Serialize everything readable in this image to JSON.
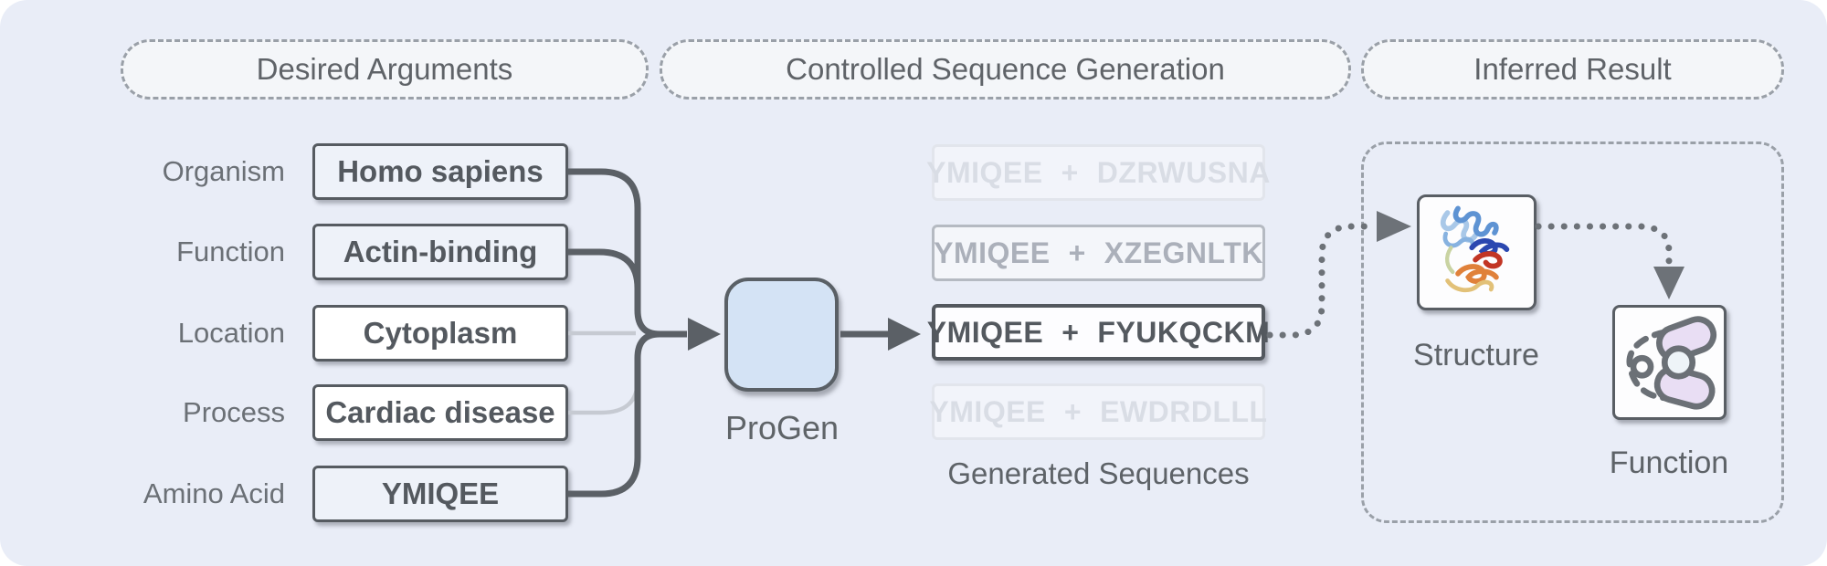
{
  "headers": {
    "desired": "Desired Arguments",
    "controlled": "Controlled Sequence Generation",
    "inferred": "Inferred Result"
  },
  "arguments": [
    {
      "label": "Organism",
      "value": "Homo sapiens",
      "emphasis": "strong"
    },
    {
      "label": "Function",
      "value": "Actin-binding",
      "emphasis": "strong"
    },
    {
      "label": "Location",
      "value": "Cytoplasm",
      "emphasis": "weak"
    },
    {
      "label": "Process",
      "value": "Cardiac disease",
      "emphasis": "weak"
    },
    {
      "label": "Amino Acid",
      "value": "YMIQEE",
      "emphasis": "strong"
    }
  ],
  "model": {
    "label": "ProGen"
  },
  "sequences": {
    "items": [
      {
        "prefix": "YMIQEE",
        "op": "+",
        "generated": "DZRWUSNA",
        "state": "faint"
      },
      {
        "prefix": "YMIQEE",
        "op": "+",
        "generated": "XZEGNLTK",
        "state": "muted"
      },
      {
        "prefix": "YMIQEE",
        "op": "+",
        "generated": "FYUKQCKM",
        "state": "selected"
      },
      {
        "prefix": "YMIQEE",
        "op": "+",
        "generated": "EWDRDLLL",
        "state": "faint"
      }
    ],
    "caption": "Generated Sequences"
  },
  "result": {
    "structure_label": "Structure",
    "function_label": "Function"
  },
  "colors": {
    "canvas_bg": "#e9edf7",
    "pill_bg": "#f4f6f9",
    "dashed_border": "#9aa0a8",
    "dark_line": "#5b6066",
    "light_line": "#c6cad2",
    "dotted_line": "#6d7278",
    "progen_fill": "#d4e3f5",
    "tinted_box_fill": "#eef2f9",
    "selected_text": "#54595f",
    "function_pill_fill": "#e9def4"
  }
}
